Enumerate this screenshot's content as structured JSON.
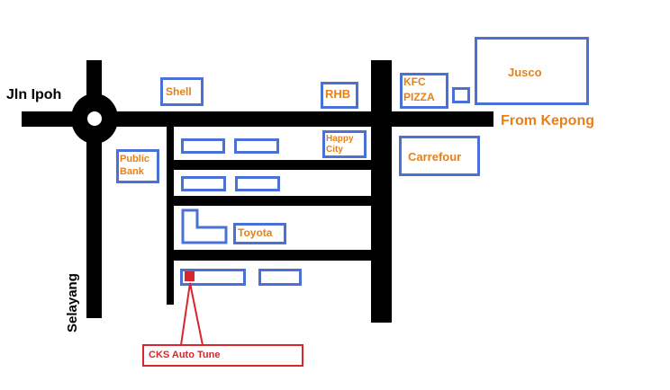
{
  "roads": {
    "main_road": "Jln Ipoh",
    "vertical_road": "Selayang",
    "east_direction": "From Kepong"
  },
  "landmarks": {
    "shell": "Shell",
    "rhb": "RHB",
    "kfc_line1": "KFC",
    "kfc_line2": "PIZZA",
    "jusco": "Jusco",
    "happy_line1": "Happy",
    "happy_line2": "City",
    "carrefour": "Carrefour",
    "public_line1": "Public",
    "public_line2": "Bank",
    "toyota": "Toyota"
  },
  "destination": {
    "label": "CKS Auto Tune"
  },
  "colors": {
    "road": "#000000",
    "building_outline": "#4a72d6",
    "label_text": "#e8801a",
    "destination": "#d8262c"
  },
  "icons": {
    "roundabout": "roundabout-icon",
    "destination_marker": "destination-marker-icon"
  }
}
